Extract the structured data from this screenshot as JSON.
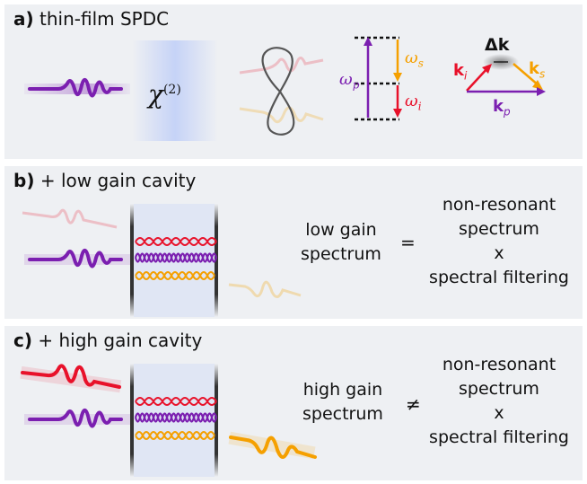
{
  "panels": {
    "a": {
      "label": "a)",
      "title": "thin-film SPDC"
    },
    "b": {
      "label": "b)",
      "title": "+ low gain cavity"
    },
    "c": {
      "label": "c)",
      "title": "+ high gain cavity"
    }
  },
  "nonlinear": {
    "symbol": "χ",
    "order": "(2)"
  },
  "energy": {
    "pump": "ω",
    "pump_sub": "p",
    "signal": "ω",
    "signal_sub": "s",
    "idler": "ω",
    "idler_sub": "i"
  },
  "momentum": {
    "mismatch": "Δk",
    "idler": "k",
    "idler_sub": "i",
    "signal": "k",
    "signal_sub": "s",
    "pump": "k",
    "pump_sub": "p"
  },
  "low_gain": {
    "lhs_line1": "low gain",
    "lhs_line2": "spectrum",
    "operator": "="
  },
  "high_gain": {
    "lhs_line1": "high gain",
    "lhs_line2": "spectrum",
    "operator": "≠"
  },
  "rhs": {
    "line1": "non-resonant",
    "line2": "spectrum",
    "line3": "x",
    "line4": "spectral filtering"
  },
  "colors": {
    "pump": "#7b1fb0",
    "signal": "#f5a000",
    "idler": "#e8112a",
    "panel": "#eef0f3",
    "chi_box": "#c9d5f5"
  }
}
